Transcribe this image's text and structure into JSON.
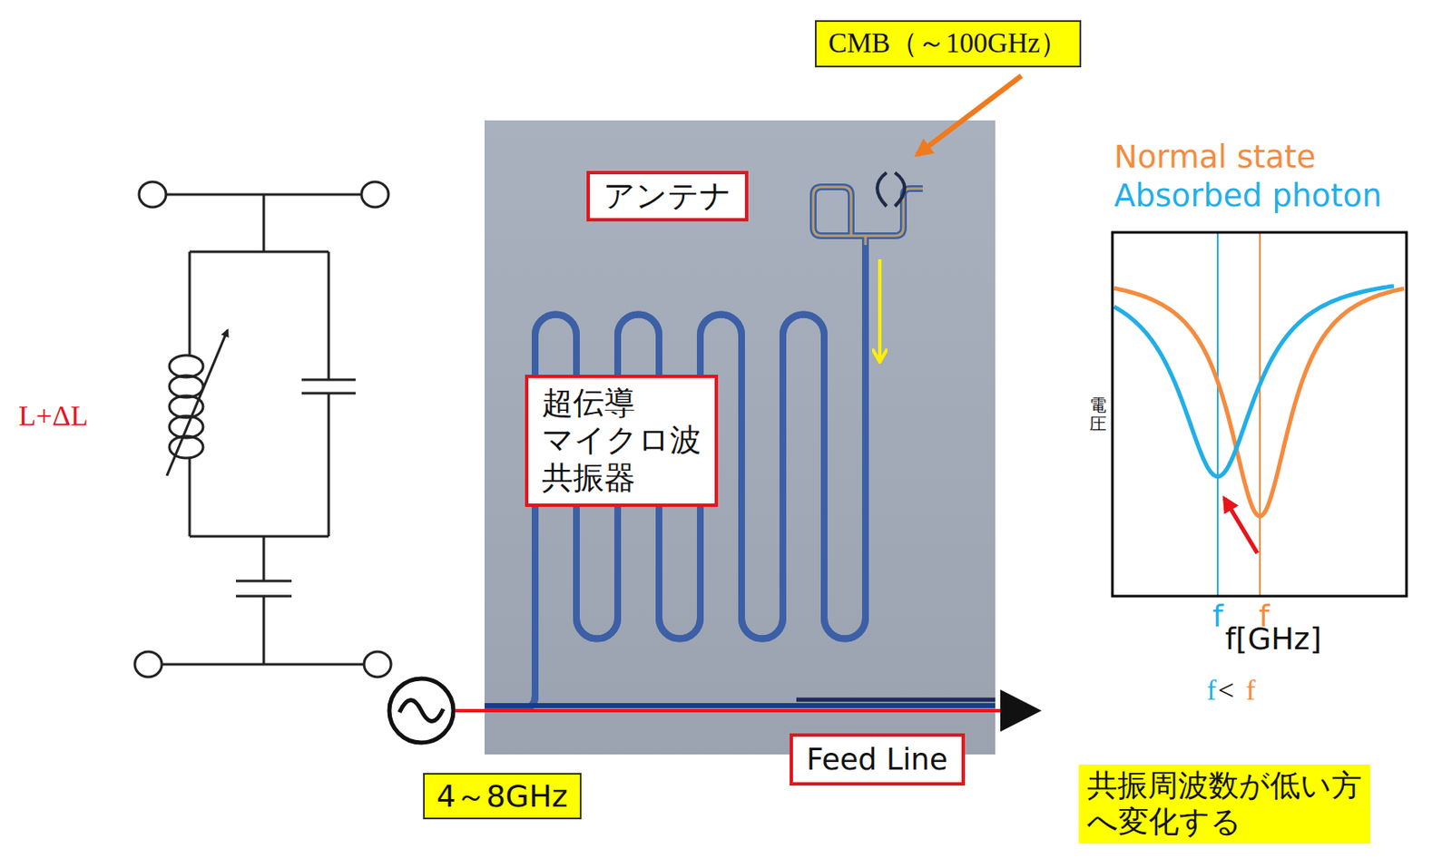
{
  "diagram": {
    "nodes": [
      {
        "text": [
          "CMB（～100GHz）"
        ]
      },
      {
        "text": [
          "アンテナ"
        ]
      },
      {
        "text": [
          "超伝導 マイクロ波 共振器"
        ]
      },
      {
        "text": [
          "4～8GHz"
        ]
      },
      {
        "text": [
          "Feed Line"
        ]
      },
      {
        "text": [
          "共振周波数が低い方 へ変化する"
        ]
      }
    ],
    "labels": [
      "L+ΔL",
      "電圧",
      "f",
      "f",
      "f[GHz]",
      "f",
      "<",
      "f"
    ],
    "legend": [
      {
        "text": "Normal state",
        "color": "#f58b3e"
      },
      {
        "text": "Absorbed photon",
        "color": "#22aee8"
      }
    ]
  }
}
